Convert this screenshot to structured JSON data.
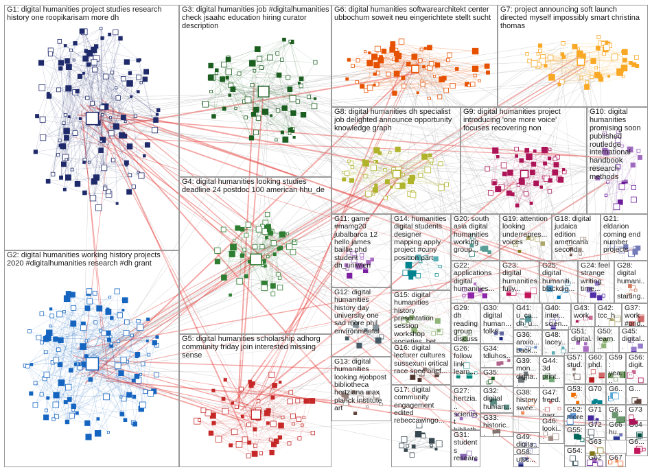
{
  "graph": {
    "groups": [
      {
        "id": "G1",
        "label": "G1: digital humanities project studies research history one roopikarisam more dh",
        "color": "#1f2a6b"
      },
      {
        "id": "G2",
        "label": "G2: digital humanities working history projects 2020 #digitalhumanities research #dh grant",
        "color": "#1565c0"
      },
      {
        "id": "G3",
        "label": "G3: digital humanities job #digitalhumanities check jsaahc education hiring curator description",
        "color": "#1b5e20"
      },
      {
        "id": "G4",
        "label": "G4: digital humanities looking studies deadline 24 postdoc 100 american hhu_de",
        "color": "#2e7d32"
      },
      {
        "id": "G5",
        "label": "G5: digital humanities scholarship adhorg community friday join interested missing sense",
        "color": "#c62828"
      },
      {
        "id": "G6",
        "label": "G6: digital humanities softwarearchitekt center ubbochum soweit neu eingerichtete stellt sucht",
        "color": "#e65100"
      },
      {
        "id": "G7",
        "label": "G7: project announcing soft launch directed myself impossibly smart christina thomas",
        "color": "#f9a825"
      },
      {
        "id": "G8",
        "label": "G8: digital humanities dh specialist job delighted announce opportunity knowledge graph",
        "color": "#afb42b"
      },
      {
        "id": "G9",
        "label": "G9: digital humanities project introducing 'one more voice' focuses recovering non",
        "color": "#ad1457"
      },
      {
        "id": "G10",
        "label": "G10: digital humanities promising soon published routledge international handbook research methods",
        "color": "#6a1b9a"
      },
      {
        "id": "G11",
        "label": "G11: game #mamg20 jubalbarca 12 hello james baillie phd student dh_uniwien",
        "color": "#7b1fa2"
      },
      {
        "id": "G12",
        "label": "G12: digital humanities history day university one sad more phil environmental",
        "color": "#455a64"
      },
      {
        "id": "G13",
        "label": "G13: digital humanities looking #jobpost bibliotheca hertziana max planck institute art",
        "color": "#5d4037"
      },
      {
        "id": "G14",
        "label": "G14: humanities digital students designer mapping apply project #cuny position part",
        "color": "#00838f"
      },
      {
        "id": "G15",
        "label": "G15: digital humanities history presentation session workshop societies_het great",
        "color": "#558b2f"
      },
      {
        "id": "G16",
        "label": "G16: digital lecturer cultures sussexuni critical race spec brief...",
        "color": "#4e342e"
      },
      {
        "id": "G17",
        "label": "G17: digital community engagement edited rebeccawingo...",
        "color": "#37474f"
      },
      {
        "id": "G18",
        "label": "G18: digital judaica edition americana second...",
        "color": "#6d4c41"
      },
      {
        "id": "G19",
        "label": "G19: attention looking underrepres... voices",
        "color": "#827717"
      },
      {
        "id": "G20",
        "label": "G20: south asia digital humanities working group...",
        "color": "#00695c"
      },
      {
        "id": "G21",
        "label": "G21: eldarion coming end number projects",
        "color": "#283593"
      },
      {
        "id": "G22",
        "label": "G22: applications digital humanities...",
        "color": "#8e24aa"
      },
      {
        "id": "G23",
        "label": "G23: digital humanities fully...",
        "color": "#c2185b"
      },
      {
        "id": "G24",
        "label": "G24: feel strange writing time...",
        "color": "#512da8"
      },
      {
        "id": "G25",
        "label": "G25: digital humaniti... blackdig...",
        "color": "#0277bd"
      },
      {
        "id": "G26",
        "label": "G26: follow link learn...",
        "color": "#00897b"
      },
      {
        "id": "G27",
        "label": "G27: hertzia... scientist biblioth...",
        "color": "#6a1b9a"
      },
      {
        "id": "G28",
        "label": "G28: digital humani... starting...",
        "color": "#bf360c"
      },
      {
        "id": "G29",
        "label": "G29: dh reading group discuss...",
        "color": "#33691e"
      },
      {
        "id": "G30",
        "label": "G30: digital human... folks...",
        "color": "#1a237e"
      },
      {
        "id": "G31",
        "label": "G31: students researc...",
        "color": "#4a148c"
      },
      {
        "id": "G32",
        "label": "G32: digital human...",
        "color": "#004d40"
      },
      {
        "id": "G33",
        "label": "G33: historic... diction...",
        "color": "#3e2723"
      },
      {
        "id": "G34",
        "label": "G34: tdluhos... #asian...",
        "color": "#880e4f"
      },
      {
        "id": "G35",
        "label": "G35:",
        "color": "#1b5e20"
      },
      {
        "id": "G36",
        "label": "G36: anxio... back...",
        "color": "#0d47a1"
      },
      {
        "id": "G37",
        "label": "G37: work #prid...",
        "color": "#b71c1c"
      },
      {
        "id": "G38",
        "label": "G38: history swee...",
        "color": "#e65100"
      },
      {
        "id": "G39",
        "label": "G39: mon... digita...",
        "color": "#263238"
      },
      {
        "id": "G40",
        "label": "G40: inter... scien...",
        "color": "#4527a0"
      },
      {
        "id": "G41",
        "label": "G41: u_ca... dh_u...",
        "color": "#006064"
      },
      {
        "id": "G42",
        "label": "G42: tcc_h... check...",
        "color": "#827717"
      },
      {
        "id": "G43",
        "label": "G43: work",
        "color": "#ad1457"
      },
      {
        "id": "G44",
        "label": "G44: 3d print... digita...",
        "color": "#2e7d32"
      },
      {
        "id": "G45",
        "label": "G45: digital...",
        "color": "#5e35b1"
      },
      {
        "id": "G46",
        "label": "G46: looki...",
        "color": "#6d4c41"
      },
      {
        "id": "G47",
        "label": "G47: freed... narr...",
        "color": "#c62828"
      },
      {
        "id": "G48",
        "label": "G48: lacey...",
        "color": "#00838f"
      },
      {
        "id": "G49",
        "label": "G49: digita...",
        "color": "#283593"
      },
      {
        "id": "G50",
        "label": "G50: learn...",
        "color": "#558b2f"
      },
      {
        "id": "G51",
        "label": "G51: digital...",
        "color": "#7b1fa2"
      },
      {
        "id": "G52",
        "label": "G52: more",
        "color": "#1565c0"
      },
      {
        "id": "G53",
        "label": "G53:",
        "color": "#ef6c00"
      },
      {
        "id": "G54",
        "label": "G54:",
        "color": "#455a64"
      },
      {
        "id": "G55",
        "label": "G55:",
        "color": "#00695c"
      },
      {
        "id": "G56",
        "label": "G56: digit...",
        "color": "#ad1457"
      },
      {
        "id": "G57",
        "label": "G57: stud...",
        "color": "#4e342e"
      },
      {
        "id": "G58",
        "label": "G58: utsc...",
        "color": "#1a237e"
      },
      {
        "id": "G59",
        "label": "G59: yea...",
        "color": "#33691e"
      },
      {
        "id": "G60",
        "label": "G60: phd...",
        "color": "#b71c1c"
      },
      {
        "id": "G61",
        "label": "G6...",
        "color": "#0277bd"
      },
      {
        "id": "G62",
        "label": "G62",
        "color": "#6a1b9a"
      },
      {
        "id": "G63",
        "label": "G63",
        "color": "#827717"
      },
      {
        "id": "G64",
        "label": "G64",
        "color": "#004d40"
      },
      {
        "id": "G65",
        "label": "G6...",
        "color": "#c2185b"
      },
      {
        "id": "G66",
        "label": "G66 hu...",
        "color": "#283593"
      },
      {
        "id": "G67",
        "label": "G67",
        "color": "#e65100"
      },
      {
        "id": "G68",
        "label": "G6...",
        "color": "#1b5e20"
      },
      {
        "id": "G69",
        "label": "G...",
        "color": "#5d4037"
      },
      {
        "id": "G70",
        "label": "G70",
        "color": "#00838f"
      },
      {
        "id": "G71",
        "label": "G71",
        "color": "#4527a0"
      },
      {
        "id": "G72",
        "label": "G72",
        "color": "#37474f"
      },
      {
        "id": "G73",
        "label": "G73",
        "color": "#ad1457"
      }
    ],
    "edge_colors": {
      "intra": "#bdbdbd",
      "inter": "#e53935"
    }
  }
}
